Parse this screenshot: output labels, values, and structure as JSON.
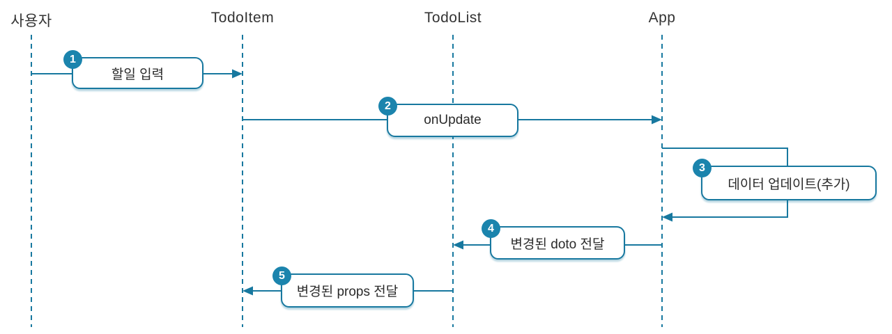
{
  "diagram": {
    "type": "sequence-diagram",
    "accent_color": "#17789f",
    "badge_color": "#1b84ad",
    "text_color": "#2a2a2a",
    "actors": [
      {
        "label": "사용자"
      },
      {
        "label": "TodoItem"
      },
      {
        "label": "TodoList"
      },
      {
        "label": "App"
      }
    ],
    "messages": [
      {
        "step": "1",
        "label": "할일 입력",
        "from": "사용자",
        "to": "TodoItem",
        "direction": "right"
      },
      {
        "step": "2",
        "label": "onUpdate",
        "from": "TodoItem",
        "to": "App",
        "direction": "right"
      },
      {
        "step": "3",
        "label": "데이터 업데이트(추가)",
        "from": "App",
        "to": "App",
        "direction": "self"
      },
      {
        "step": "4",
        "label": "변경된 doto 전달",
        "from": "App",
        "to": "TodoList",
        "direction": "left"
      },
      {
        "step": "5",
        "label": "변경된 props 전달",
        "from": "TodoList",
        "to": "TodoItem",
        "direction": "left"
      }
    ]
  }
}
